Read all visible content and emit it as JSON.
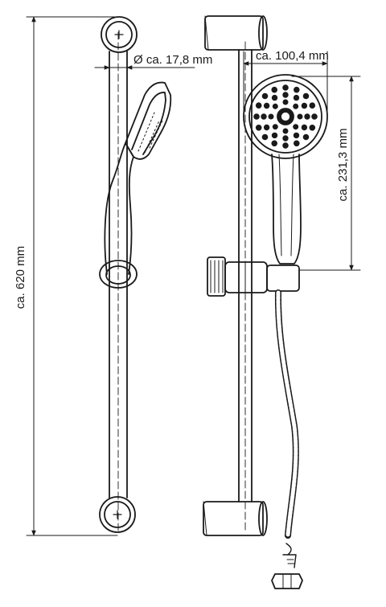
{
  "dimensions": {
    "total_height": "ca. 620 mm",
    "bar_diameter": "Ø ca. 17,8 mm",
    "head_diameter": "ca. 100,4 mm",
    "handle_length": "ca. 231,3 mm"
  },
  "colors": {
    "line": "#1a1a1a",
    "background": "#ffffff"
  }
}
